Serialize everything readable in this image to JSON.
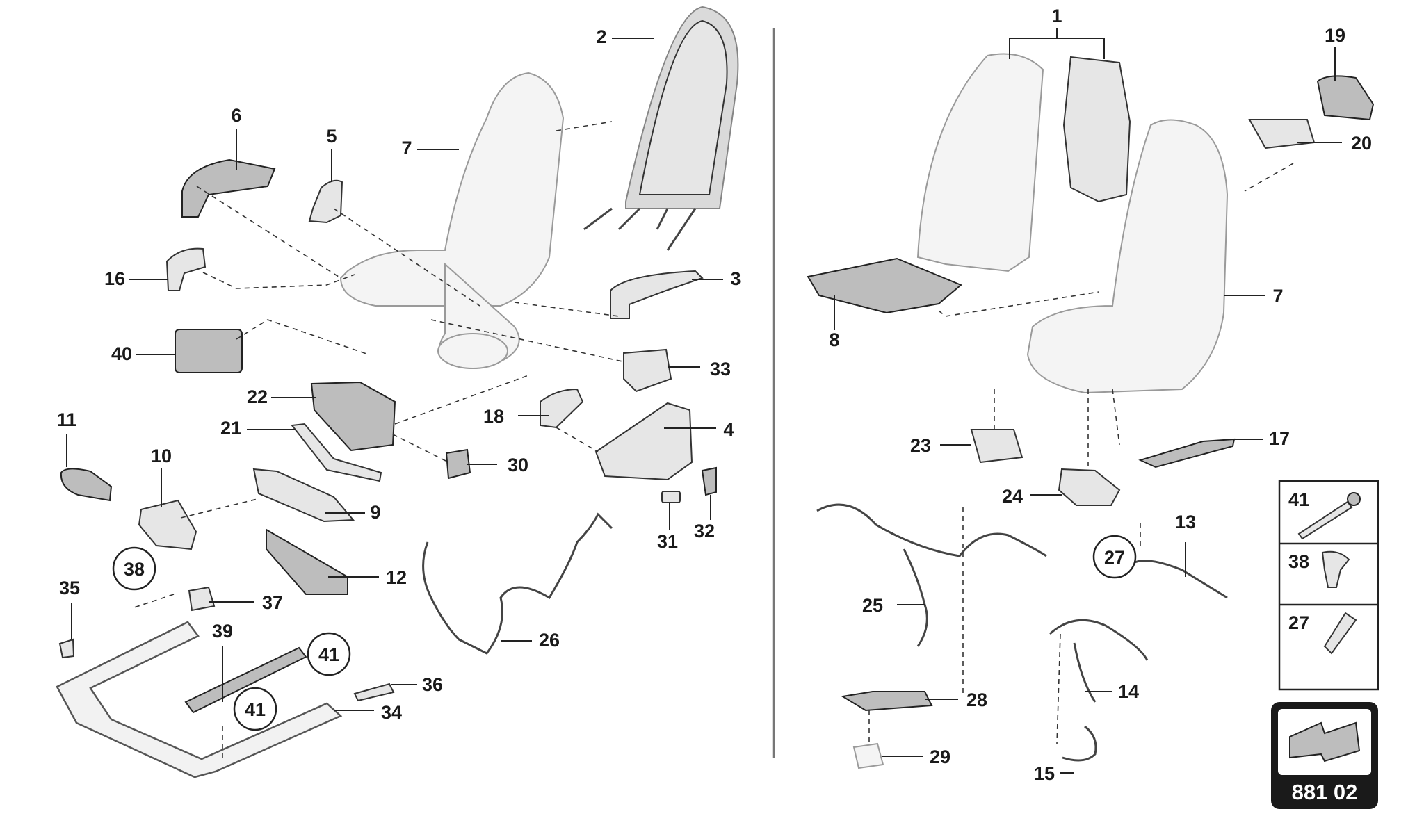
{
  "left_callouts": [
    "2",
    "6",
    "5",
    "7",
    "16",
    "3",
    "40",
    "33",
    "22",
    "18",
    "4",
    "21",
    "11",
    "10",
    "30",
    "9",
    "31",
    "32",
    "38",
    "12",
    "35",
    "37",
    "39",
    "26",
    "41",
    "36",
    "41",
    "34"
  ],
  "left_circled": [
    "38",
    "41",
    "41"
  ],
  "right_callouts": [
    "1",
    "19",
    "20",
    "8",
    "7",
    "23",
    "17",
    "24",
    "13",
    "27",
    "25",
    "14",
    "28",
    "29",
    "15"
  ],
  "right_circled": [
    "27"
  ],
  "legend": {
    "items": [
      {
        "number": "41",
        "icon": "bolt-icon"
      },
      {
        "number": "38",
        "icon": "push-clip-icon"
      },
      {
        "number": "27",
        "icon": "screw-icon"
      }
    ]
  },
  "badge": {
    "code": "881 02",
    "icon": "view-direction-arrow-icon"
  }
}
